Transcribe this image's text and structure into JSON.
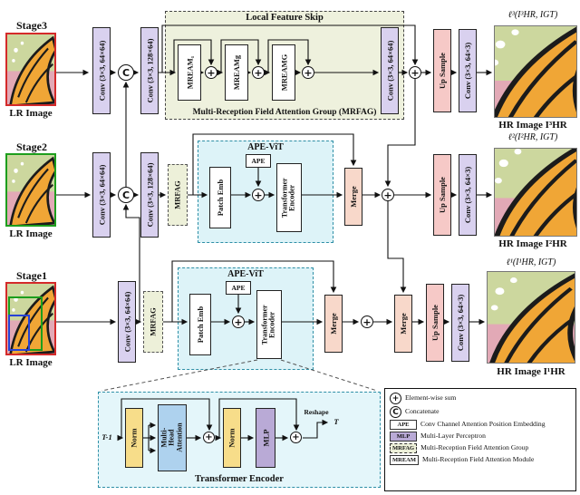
{
  "symbols": {
    "sum": "+",
    "concat": "C"
  },
  "stage3": {
    "label": "Stage3",
    "lr_caption": "LR Image",
    "conv_in": "Conv (3×3, 64×64)",
    "conv_mid": "Conv (3×3, 128×64)",
    "skip_title": "Local Feature Skip",
    "group_caption": "Multi-Reception Field Attention Group (MRFAG)",
    "mream1": "MREAM₁",
    "mreamg": "MREAMg",
    "mreamG": "MREAMG",
    "conv_group": "Conv (3×3, 64×64)",
    "upsample": "Up Sample",
    "conv_out": "Conv (3×3, 64×3)",
    "loss": "ℓ³(I³HR, IGT)",
    "hr_caption": "HR Image I³HR"
  },
  "stage2": {
    "label": "Stage2",
    "lr_caption": "LR Image",
    "conv_in": "Conv (3×3, 64×64)",
    "conv_mid": "Conv (3×3, 128×64)",
    "mrfag": "MRFAG",
    "apevit_title": "APE-ViT",
    "patch_emb": "Patch Emb",
    "ape": "APE",
    "transformer": "Transformer Encoder",
    "merge": "Merge",
    "upsample": "Up Sample",
    "conv_out": "Conv (3×3, 64×3)",
    "loss": "ℓ²(I²HR, IGT)",
    "hr_caption": "HR Image I²HR"
  },
  "stage1": {
    "label": "Stage1",
    "lr_caption": "LR Image",
    "conv_in": "Conv (3×3, 64×64)",
    "mrfag": "MRFAG",
    "apevit_title": "APE-ViT",
    "patch_emb": "Patch Emb",
    "ape": "APE",
    "transformer": "Transformer Encoder",
    "merge1": "Merge",
    "merge2": "Merge",
    "upsample": "Up Sample",
    "conv_out": "Conv (3×3, 64×3)",
    "loss": "ℓ¹(I¹HR, IGT)",
    "hr_caption": "HR Image I¹HR"
  },
  "transformer_detail": {
    "title": "Transformer Encoder",
    "input": "T-1",
    "output": "T",
    "norm1": "Norm",
    "mha": "Multi-Head Attention",
    "norm2": "Norm",
    "mlp": "MLP",
    "reshape": "Reshape"
  },
  "legend": {
    "items": [
      {
        "badge": "+",
        "text": "Element-wise sum"
      },
      {
        "badge": "C",
        "text": "Concatenate"
      },
      {
        "badge": "APE",
        "text": "Conv Channel Attention Position Embedding"
      },
      {
        "badge": "MLP",
        "text": "Multi-Layer Perceptron"
      },
      {
        "badge": "MRFAG",
        "text": "Multi-Reception Field Attention Group"
      },
      {
        "badge": "MREAM",
        "text": "Multi-Reception Field Attention Module"
      }
    ]
  }
}
